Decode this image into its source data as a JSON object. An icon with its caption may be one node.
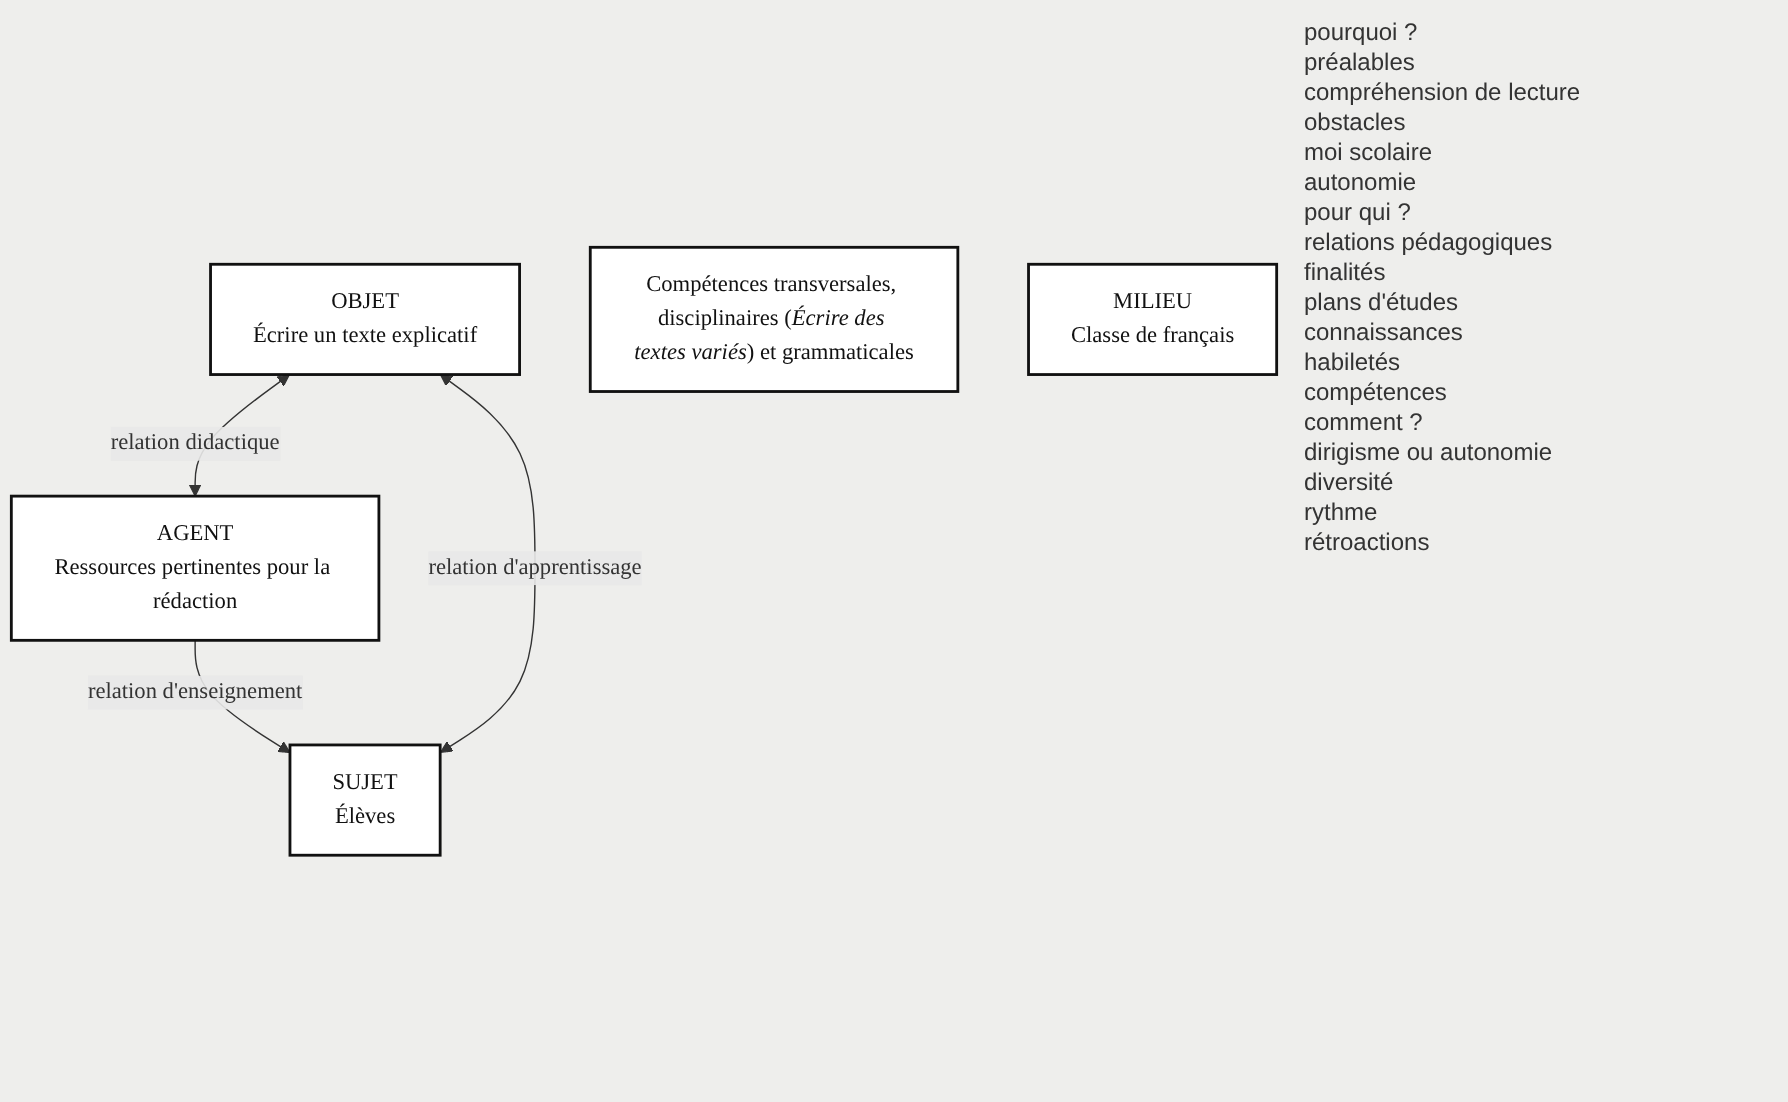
{
  "diagram": {
    "nodes": [
      {
        "text": [
          "OBJET",
          "Écrire un texte explicatif"
        ]
      },
      {
        "text": [
          "SUJET",
          "Élèves"
        ]
      },
      {
        "text": [
          "Compétences transversales, disciplinaires (*Écrire des textes variés*) et grammaticales"
        ]
      },
      {
        "text": [
          "AGENT",
          "Ressources pertinentes pour la rédaction"
        ]
      },
      {
        "text": [
          "MILIEU",
          "Classe de français"
        ]
      }
    ],
    "edges": [
      {
        "from": 1,
        "to": 0,
        "arrow": "both",
        "label": "relation d'apprentissage"
      },
      {
        "from": 0,
        "to": 3,
        "arrow": "both",
        "label": "relation didactique"
      },
      {
        "from": 3,
        "to": 1,
        "arrow": "to",
        "label": "relation d'enseignement"
      }
    ],
    "labels": [
      "pourquoi ?",
      "préalables",
      "compréhension de lecture",
      "obstacles",
      "moi scolaire",
      "autonomie",
      "pour qui ?",
      "relations pédagogiques",
      "finalités",
      "plans d'études",
      "connaissances",
      "habiletés",
      "compétences",
      "comment ?",
      "dirigisme ou autonomie",
      "diversité",
      "rythme",
      "rétroactions"
    ]
  }
}
